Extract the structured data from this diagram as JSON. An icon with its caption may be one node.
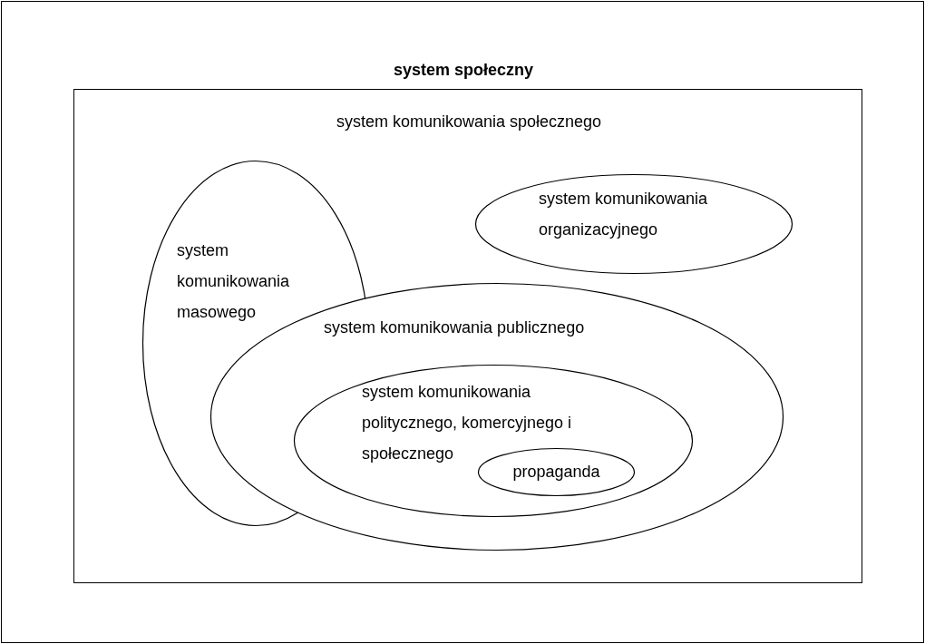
{
  "diagram": {
    "nodes": [
      {
        "text": [
          "system społeczny"
        ]
      },
      {
        "text": [
          "system komunikowania społecznego"
        ],
        "in": 0
      },
      {
        "text": [
          "system komunikowania masowego"
        ],
        "in": 1
      },
      {
        "text": [
          "system komunikowania organizacyjnego"
        ],
        "in": 1
      },
      {
        "text": [
          "system komunikowania publicznego"
        ],
        "in": 1
      },
      {
        "text": [
          "system komunikowania politycznego, komercyjnego i społecznego"
        ],
        "in": 4
      },
      {
        "text": [
          "propaganda"
        ],
        "in": 5
      }
    ],
    "edges": []
  }
}
